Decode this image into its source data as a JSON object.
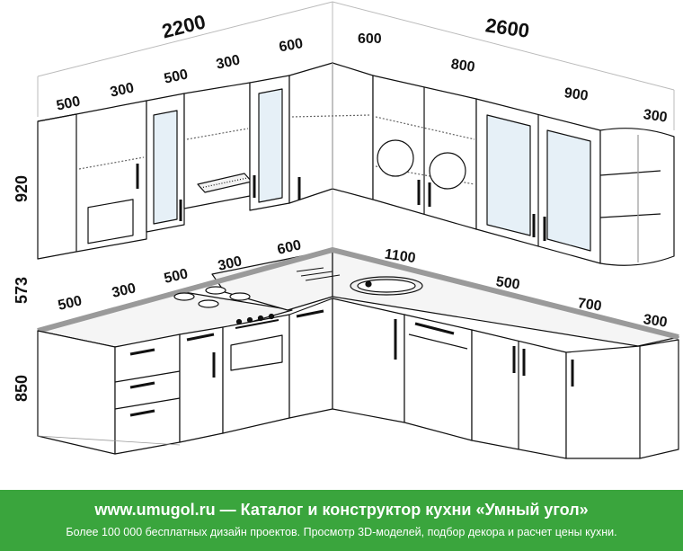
{
  "dimensions": {
    "upper_left_total": "2200",
    "upper_right_total": "2600",
    "upper_height": "920",
    "counter_gap": "573",
    "lower_height": "850",
    "upper_left_1": "500",
    "upper_left_2": "300",
    "upper_left_3": "500",
    "upper_left_4": "300",
    "upper_left_corner": "600",
    "upper_right_corner": "600",
    "upper_right_1": "800",
    "upper_right_2": "900",
    "upper_right_3": "300",
    "lower_left_1": "500",
    "lower_left_2": "300",
    "lower_left_3": "500",
    "lower_left_4": "300",
    "lower_corner": "600",
    "lower_right_1": "1100",
    "lower_right_2": "500",
    "lower_right_3": "700",
    "lower_right_4": "300"
  },
  "banner": {
    "site": "www.umugol.ru",
    "dash": " — ",
    "title": "Каталог и конструктор кухни «Умный угол»",
    "subtitle": "Более 100 000 бесплатных дизайн проектов. Просмотр 3D-моделей, подбор декора и расчет цены кухни."
  },
  "colors": {
    "banner": "#3aa53d",
    "countertop": "#9a9a9a",
    "lines": "#111111"
  }
}
